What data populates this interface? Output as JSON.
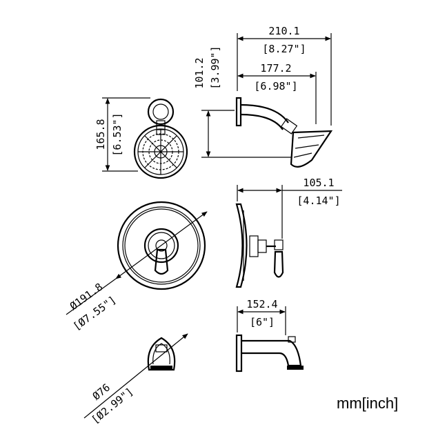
{
  "units_label": "mm[inch]",
  "dimensions": {
    "shower_arm_reach_mm": "210.1",
    "shower_arm_reach_in": "[8.27\"]",
    "shower_arm_length_mm": "177.2",
    "shower_arm_length_in": "[6.98\"]",
    "shower_arm_drop_mm": "101.2",
    "shower_arm_drop_in": "[3.99\"]",
    "showerhead_height_mm": "165.8",
    "showerhead_height_in": "[6.53\"]",
    "valve_projection_mm": "105.1",
    "valve_projection_in": "[4.14\"]",
    "trim_plate_diameter_mm": "Ø191.8",
    "trim_plate_diameter_in": "[Ø7.55\"]",
    "spout_length_mm": "152.4",
    "spout_length_in": "[6\"]",
    "spout_flange_diameter_mm": "Ø76",
    "spout_flange_diameter_in": "[Ø2.99\"]"
  }
}
